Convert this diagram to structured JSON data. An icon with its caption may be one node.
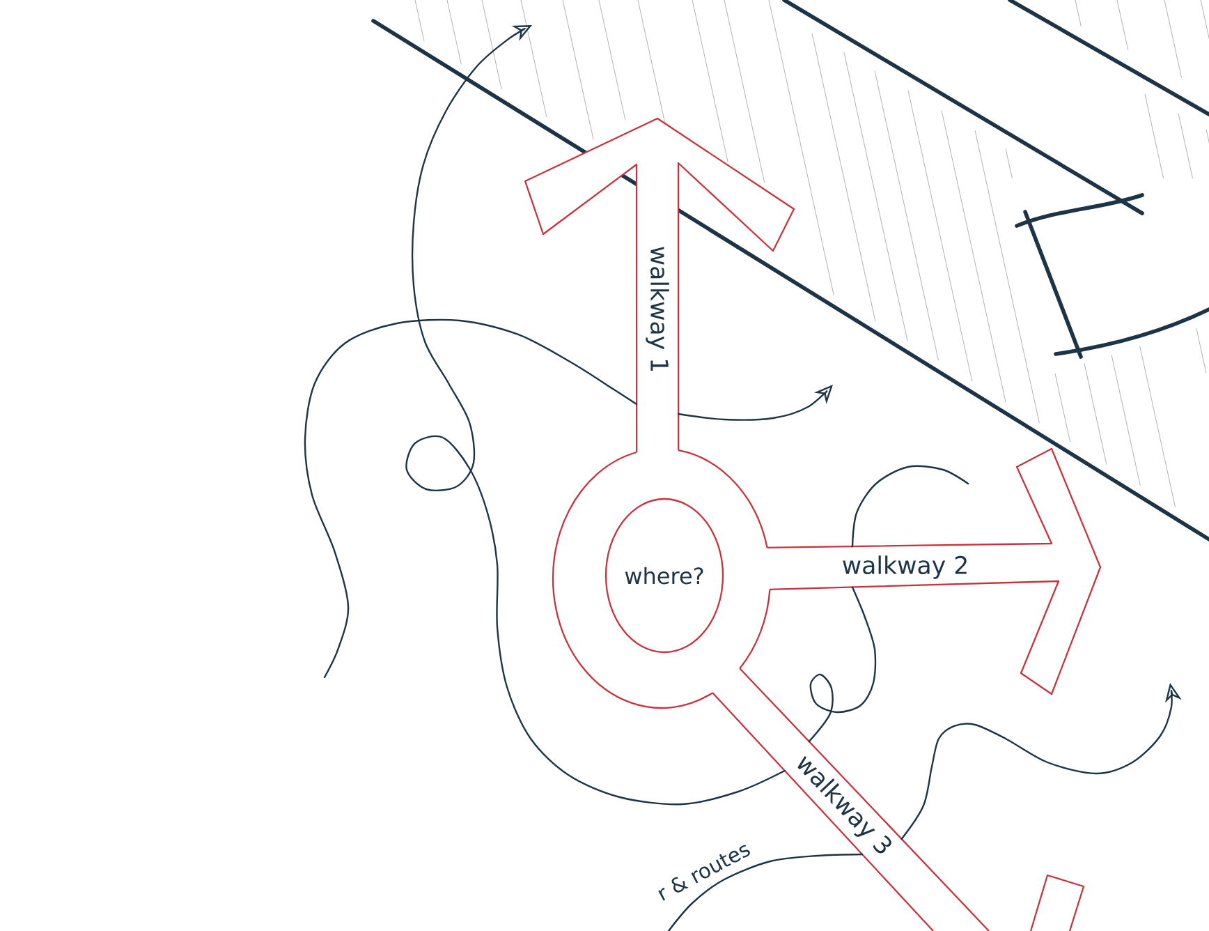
{
  "diagram": {
    "nodes": [
      {
        "text": [
          "where?"
        ]
      },
      {
        "text": [
          "walkway 1"
        ]
      },
      {
        "text": [
          "walkway 2"
        ]
      },
      {
        "text": [
          "walkway 3"
        ]
      }
    ],
    "edges": [
      {
        "from": null,
        "to": 1,
        "arrow": "none"
      },
      {
        "from": 1,
        "to": null,
        "arrow": "to"
      },
      {
        "from": 3,
        "to": null,
        "arrow": "to"
      },
      {
        "from": 3,
        "to": 2,
        "arrow": "none"
      },
      {
        "from": 2,
        "to": null,
        "arrow": "none"
      },
      {
        "from": null,
        "to": 3,
        "arrow": "none",
        "label": "r & routes"
      },
      {
        "from": 3,
        "to": null,
        "arrow": "to"
      }
    ]
  }
}
